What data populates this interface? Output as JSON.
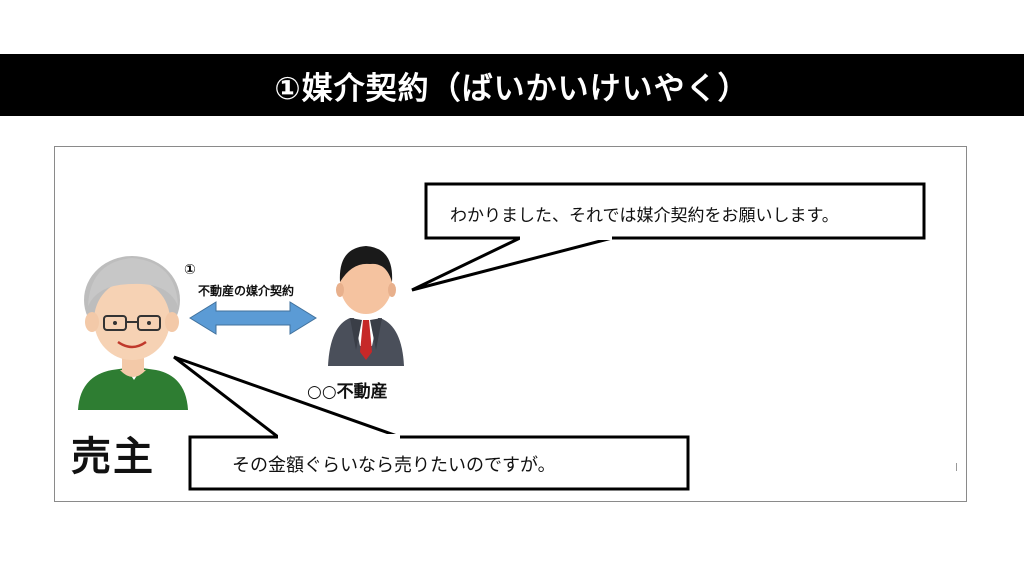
{
  "slide": {
    "title": "①媒介契約（ばいかいけいやく）"
  },
  "diagram": {
    "step_number": "①",
    "contract_label": "不動産の媒介契約",
    "agent_label": "○○不動産",
    "seller_label": "売主",
    "agent_speech": "わかりました、それでは媒介契約をお願いします。",
    "seller_speech": "その金額ぐらいなら売りたいのですが。"
  },
  "colors": {
    "title_bar": "#000000",
    "arrow": "#5b9bd5",
    "seller_shirt": "#2e7d32",
    "seller_hair": "#bdbdbd",
    "agent_suit": "#4a4f5a",
    "agent_tie": "#c62828"
  },
  "icons": {
    "seller": "elderly-person-icon",
    "agent": "businessman-icon",
    "arrow": "double-arrow-icon"
  }
}
